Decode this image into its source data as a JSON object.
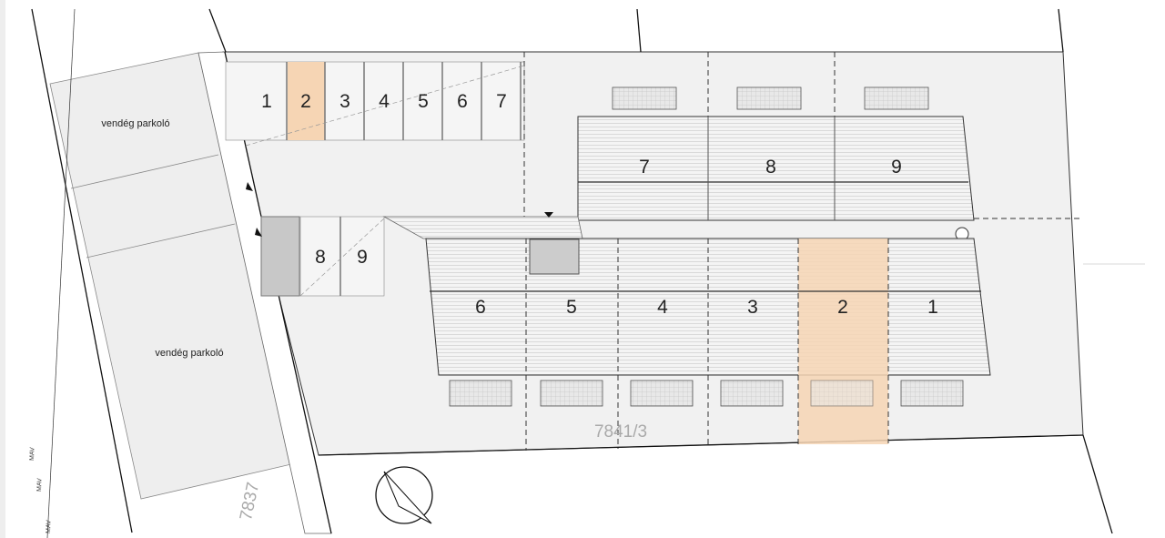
{
  "parking": {
    "top_spots": [
      "1",
      "2",
      "3",
      "4",
      "5",
      "6",
      "7"
    ],
    "lower_spots": [
      "8",
      "9"
    ],
    "highlighted_spot": "2",
    "guest_parking_label_1": "vendég parkoló",
    "guest_parking_label_2": "vendég parkoló"
  },
  "units": {
    "rear_row": [
      "7",
      "8",
      "9"
    ],
    "front_row": [
      "6",
      "5",
      "4",
      "3",
      "2",
      "1"
    ],
    "highlighted_unit": "2"
  },
  "parcels": {
    "main": "7841/3",
    "road": "7837"
  },
  "rail_labels": [
    "MAV",
    "MAV",
    "MAV"
  ],
  "colors": {
    "highlight": "#f6d5b4",
    "ground": "#f1f1f1",
    "line": "#222222"
  }
}
